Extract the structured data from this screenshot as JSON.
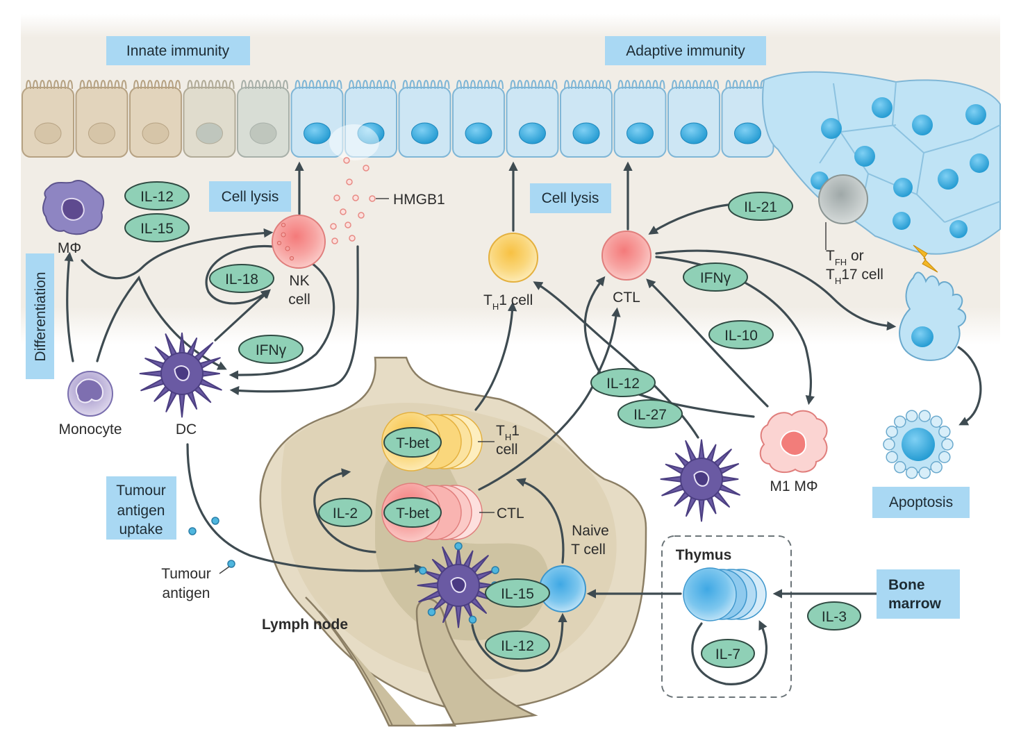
{
  "headers": {
    "innate": "Innate immunity",
    "adaptive": "Adaptive immunity"
  },
  "boxes": {
    "cell_lysis_1": "Cell lysis",
    "cell_lysis_2": "Cell lysis",
    "differentiation": "Differentiation",
    "tumour_uptake": [
      "Tumour",
      "antigen",
      "uptake"
    ],
    "apoptosis": "Apoptosis",
    "bone_marrow": [
      "Bone",
      "marrow"
    ]
  },
  "cytokines": {
    "il12_top": "IL-12",
    "il15_top": "IL-15",
    "il18": "IL-18",
    "ifng_left": "IFNγ",
    "il21": "IL-21",
    "ifng_right": "IFNγ",
    "il10": "IL-10",
    "il12_mid": "IL-12",
    "il27": "IL-27",
    "il2": "IL-2",
    "il15_ln": "IL-15",
    "il12_ln": "IL-12",
    "il7": "IL-7",
    "il3": "IL-3",
    "tbet_1": "T-bet",
    "tbet_2": "T-bet"
  },
  "labels": {
    "macrophage": "MΦ",
    "monocyte": "Monocyte",
    "dc": "DC",
    "nk": [
      "NK",
      "cell"
    ],
    "hmgb1": "HMGB1",
    "th1_top": {
      "main": "T",
      "sub": "H",
      "rest": "1 cell"
    },
    "ctl_top": "CTL",
    "tfh": {
      "t1": "T",
      "s1": "FH",
      "r1": " or",
      "t2": "T",
      "s2": "H",
      "r2": "17 cell"
    },
    "m1": "M1 MΦ",
    "th1_ln": {
      "main": "T",
      "sub": "H",
      "rest": "1",
      "line2": "cell"
    },
    "ctl_ln": "CTL",
    "naive": [
      "Naive",
      "T cell"
    ],
    "thymus": "Thymus",
    "lymph_node": "Lymph node",
    "tumour_antigen": [
      "Tumour",
      "antigen"
    ]
  },
  "colors": {
    "label_box": "#a9d8f3",
    "pill_fill": "#8fd0b6",
    "pill_stroke": "#2f4a42",
    "arrow": "#3e4b51",
    "dc_purple": "#5b4a95",
    "nk_red": "#f49b9b",
    "th1_yellow": "#f8ce5e",
    "tumour_blue": "#bfe3f5"
  }
}
